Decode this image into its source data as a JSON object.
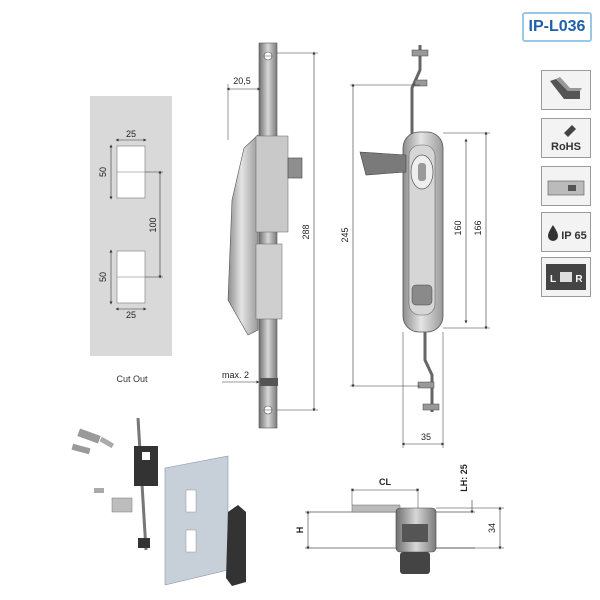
{
  "product_code": "IP-L036",
  "cutout": {
    "caption": "Cut Out",
    "width_top": "25",
    "height_top": "50",
    "spacing": "100",
    "height_bottom": "50",
    "width_bottom": "25"
  },
  "side_view": {
    "offset": "20,5",
    "max": "max. 2",
    "overall": "288"
  },
  "front_view": {
    "rod_span": "245",
    "handle_inner": "160",
    "handle_outer": "166",
    "width": "35"
  },
  "bottom_view": {
    "cl": "CL",
    "h": "H",
    "lh": "LH: 25",
    "depth": "34"
  },
  "icons": [
    {
      "name": "profile-rail-icon"
    },
    {
      "name": "rohs-icon",
      "text": "RoHS"
    },
    {
      "name": "panel-mount-icon"
    },
    {
      "name": "ip65-icon",
      "text": "IP 65"
    },
    {
      "name": "left-right-icon",
      "left": "L",
      "right": "R"
    }
  ]
}
